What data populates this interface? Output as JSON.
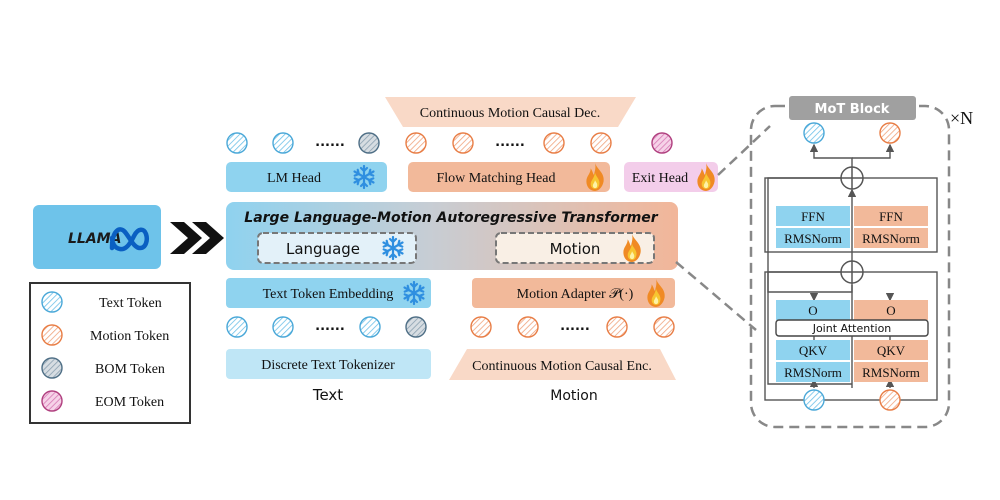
{
  "diagram": {
    "decoder_label": "Continuous Motion Causal Dec.",
    "encoder_label": "Continuous Motion Causal Enc.",
    "ellipsis": "......",
    "lm_head": "LM Head",
    "flow_head": "Flow Matching Head",
    "exit_head": "Exit Head",
    "transformer_title": "Large Language-Motion Autoregressive Transformer",
    "language_label": "Language",
    "motion_label": "Motion",
    "text_embedding": "Text Token Embedding",
    "motion_adapter": "Motion Adapter 𝒫(·)",
    "text_tokenizer": "Discrete Text Tokenizer",
    "text_caption": "Text",
    "motion_caption": "Motion",
    "llama_label": "LLAMA",
    "meta_icon": "meta-infinity-logo",
    "chevrons_icon": "double-chevron-arrows",
    "snowflake_icon": "snowflake",
    "fire_icon": "flame",
    "legend": {
      "items": [
        {
          "label": "Text Token",
          "color": "#4aa8d8"
        },
        {
          "label": "Motion Token",
          "color": "#e87d45"
        },
        {
          "label": "BOM Token",
          "color": "#6a8aa0"
        },
        {
          "label": "EOM Token",
          "color": "#c04a8a"
        }
      ]
    },
    "mot": {
      "title": "MoT Block",
      "repeat": "×N",
      "ffn": "FFN",
      "rmsnorm": "RMSNorm",
      "o": "O",
      "joint_attention": "Joint Attention",
      "qkv": "QKV"
    },
    "colors": {
      "text_blue": "#8fd3ef",
      "motion_orange": "#f2b99a",
      "exit_pink": "#f3cdea",
      "light_blue": "#bfe6f6",
      "peach": "#f9d9c7",
      "gray": "#a0a0a0"
    }
  }
}
